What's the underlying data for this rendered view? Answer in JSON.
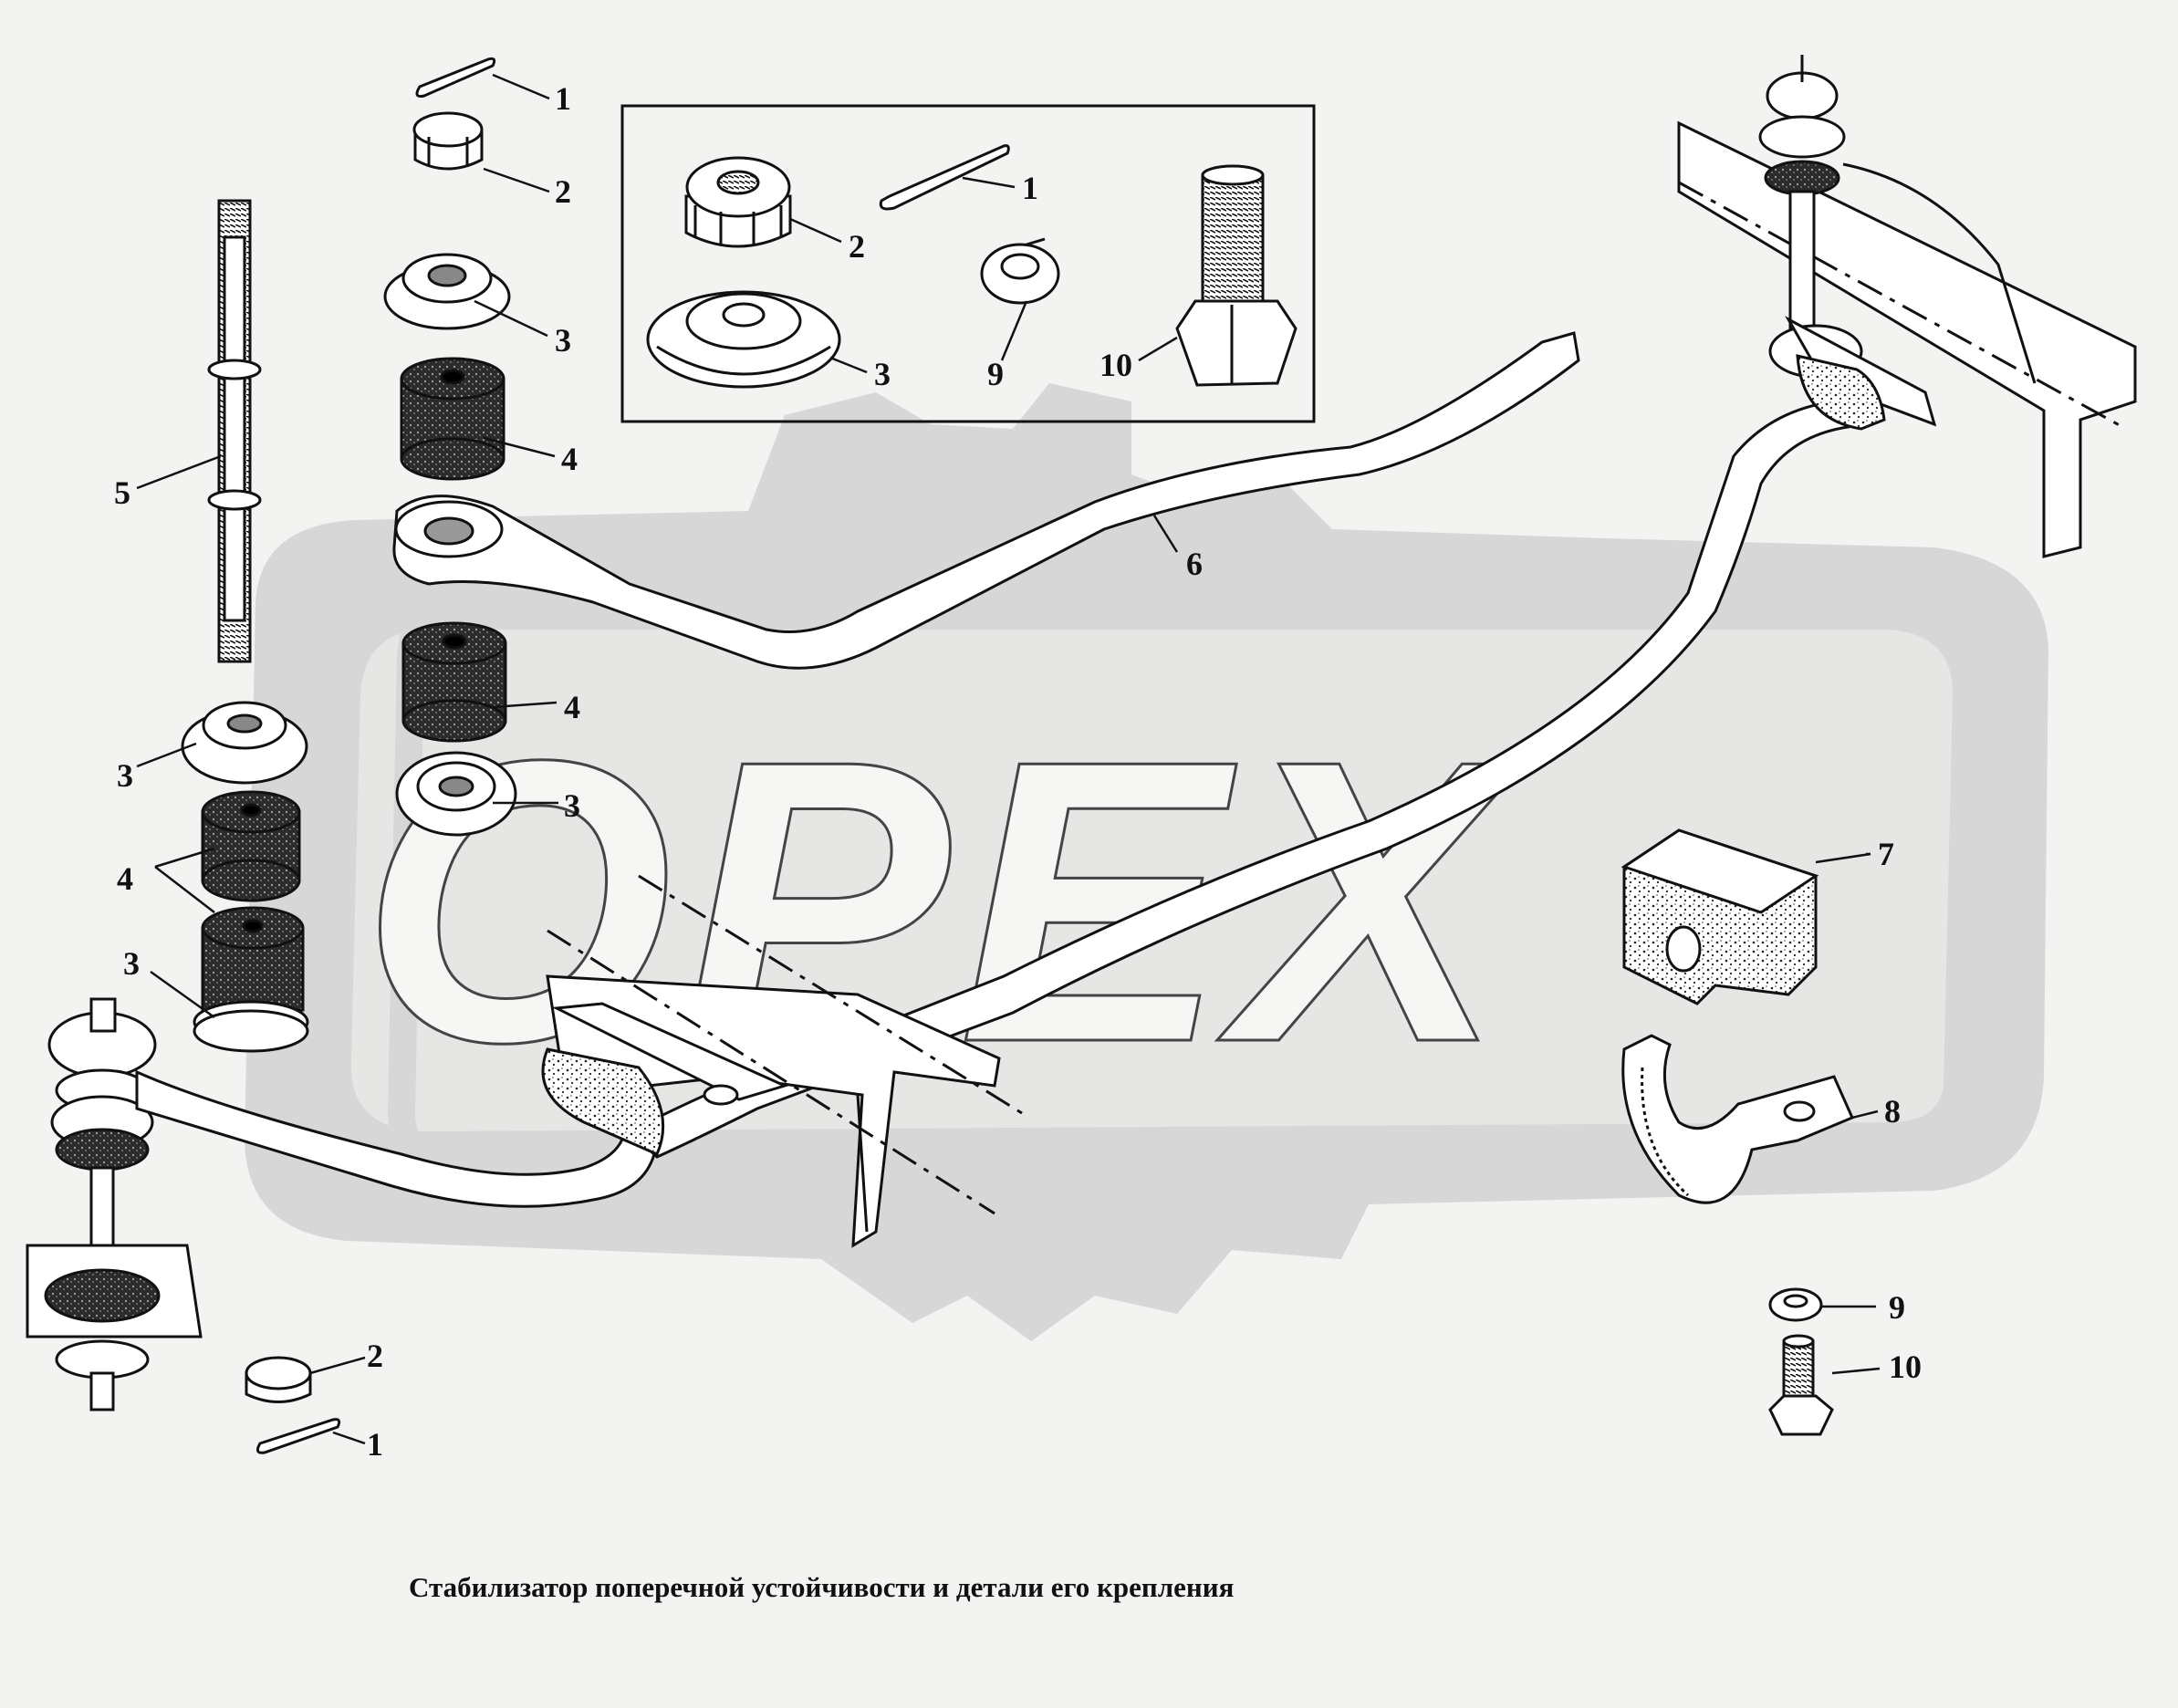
{
  "caption": "Стабилизатор поперечной устойчивости и детали его крепления",
  "watermark": "OPEX",
  "colors": {
    "background": "#f3f3f1",
    "watermark_fill": "#d7d7d7",
    "line": "#111111",
    "part_fill": "#ffffff"
  },
  "callouts": {
    "top_cotter_pin": "1",
    "top_castle_nut": "2",
    "top_washer": "3",
    "top_cushion": "4",
    "stud": "5",
    "stabilizer_bar": "6",
    "bushing": "7",
    "bracket": "8",
    "inset_cotter_pin": "1",
    "inset_castle_nut": "2",
    "inset_washer": "3",
    "inset_lock_washer": "9",
    "inset_bolt": "10",
    "mid_cushion": "4",
    "mid_washer": "3",
    "left_washer_top": "3",
    "left_cushions": "4",
    "left_washer_bottom": "3",
    "bottom_castle_nut": "2",
    "bottom_cotter_pin": "1",
    "right_lock_washer": "9",
    "right_bolt": "10"
  }
}
